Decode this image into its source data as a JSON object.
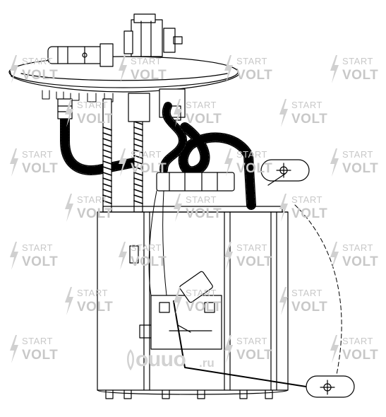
{
  "image": {
    "subject": "fuel-pump-module-line-drawing",
    "stroke_color": "#000000",
    "background_color": "#ffffff",
    "watermark_color": "#c8c8c8"
  },
  "watermark": {
    "line1": "START",
    "line2": "VOLT",
    "icon": "lightning-bolt-icon"
  },
  "logo": {
    "word": "ouuo",
    "suffix": ".ru"
  }
}
